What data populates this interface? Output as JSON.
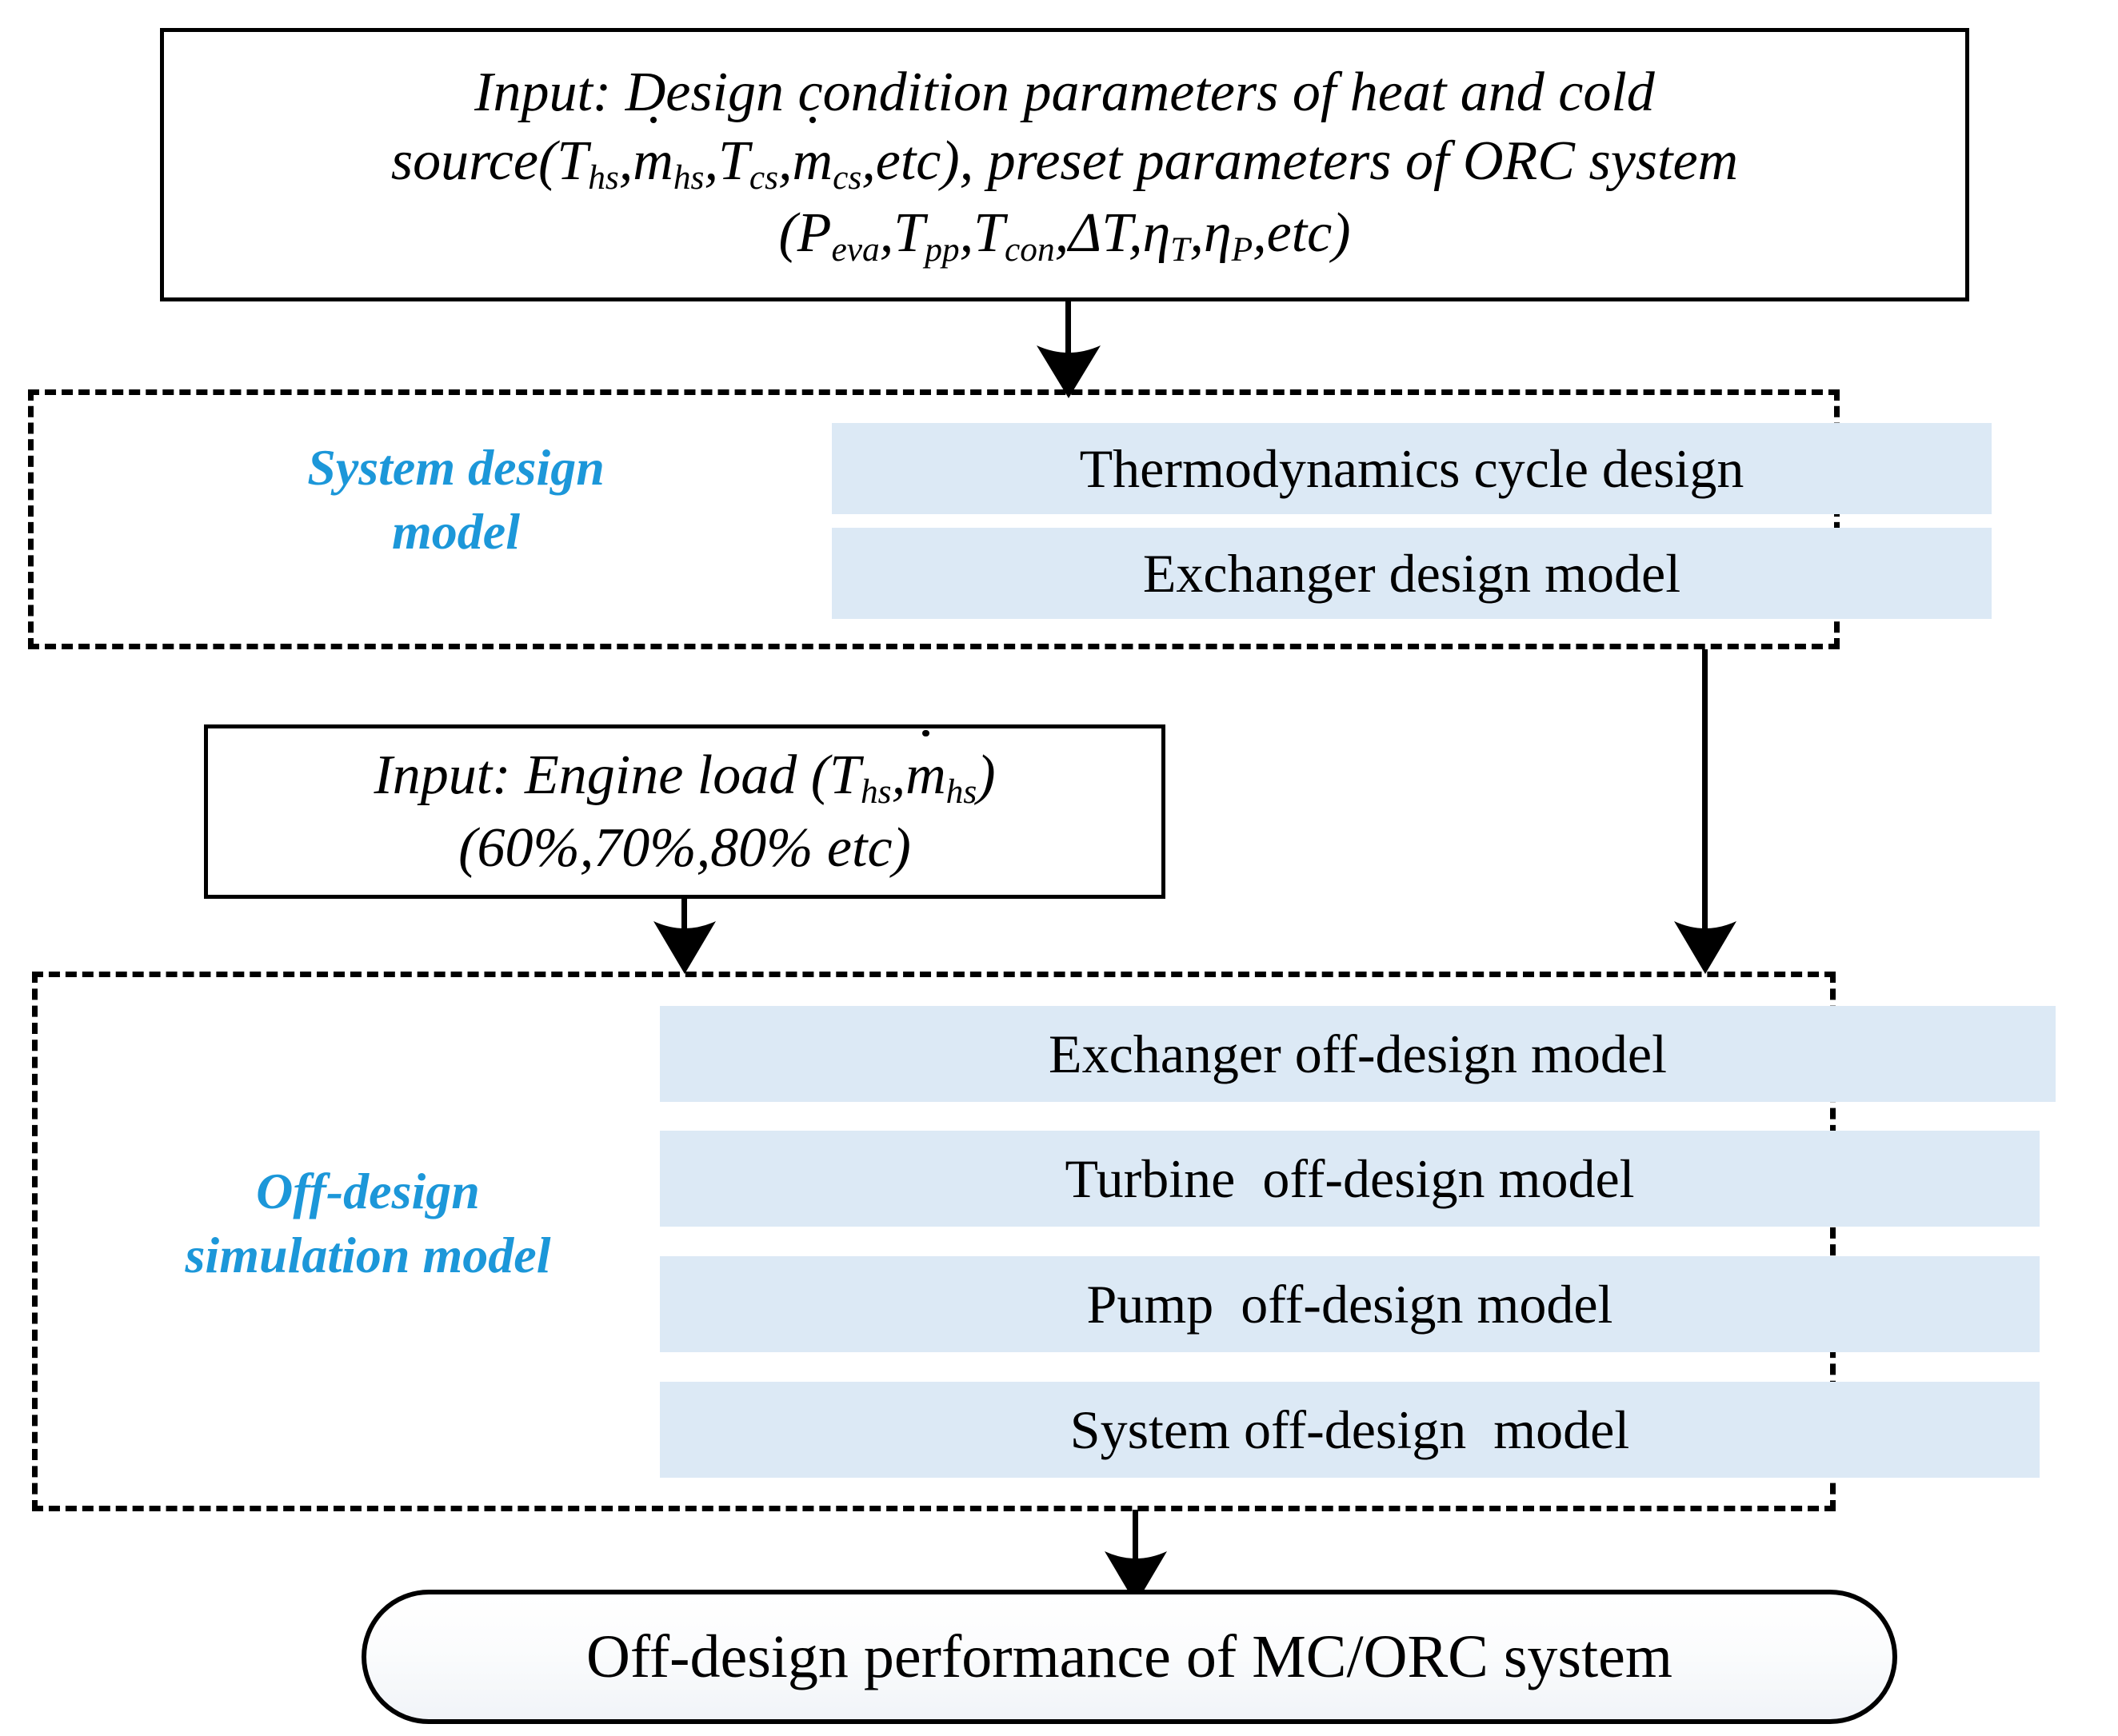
{
  "diagram": {
    "title": "Off-design simulation flowchart of MC/ORC system",
    "accent_blue": "#1C97D9",
    "bar_fill": "#DCE9F5",
    "line_color": "#000000"
  },
  "input_design": {
    "name": "input-design-conditions",
    "line1": "Input: Design condition parameters of heat and cold",
    "line2_prefix": "source(",
    "line2_vars": "T_hs, ṁ_hs, T_cs, ṁ_cs, etc",
    "line2_suffix": "), preset parameters of ORC system",
    "line3": "(P_eva, T_pp, T_con, ΔT, η_T, η_P, etc)",
    "line2_plain": "source(Ths,ṁhs,Tcs,ṁcs,etc), preset parameters of ORC system",
    "line3_plain": "(Peva,Tpp,Tcon,ΔT,ηT,ηP,etc)"
  },
  "system_design_group": {
    "label": "System design\nmodel",
    "label_line1": "System design",
    "label_line2": "model",
    "items": [
      {
        "label": "Thermodynamics cycle design"
      },
      {
        "label": "Exchanger design model"
      }
    ]
  },
  "input_engine_load": {
    "name": "input-engine-load",
    "line1": "Input: Engine load (T_hs, ṁ_hs)",
    "line1_plain": "Input: Engine load (Ths,ṁhs)",
    "line2": "(60%,70%,80% etc)",
    "loads": [
      "60%",
      "70%",
      "80%"
    ]
  },
  "off_design_group": {
    "label_line1": "Off-design",
    "label_line2": "simulation model",
    "items": [
      {
        "label": "Exchanger off-design model"
      },
      {
        "label": "Turbine  off-design model"
      },
      {
        "label": "Pump  off-design model"
      },
      {
        "label": "System off-design  model"
      }
    ]
  },
  "output": {
    "label": "Off-design performance of MC/ORC system"
  },
  "connectors": [
    {
      "name": "arrow-input-to-system-design",
      "from": "input-design-conditions",
      "to": "system-design-group"
    },
    {
      "name": "arrow-system-design-to-off-design",
      "from": "system-design-group",
      "to": "off-design-group"
    },
    {
      "name": "arrow-engine-load-to-off-design",
      "from": "input-engine-load",
      "to": "off-design-group"
    },
    {
      "name": "arrow-off-design-to-output",
      "from": "off-design-group",
      "to": "output"
    }
  ]
}
